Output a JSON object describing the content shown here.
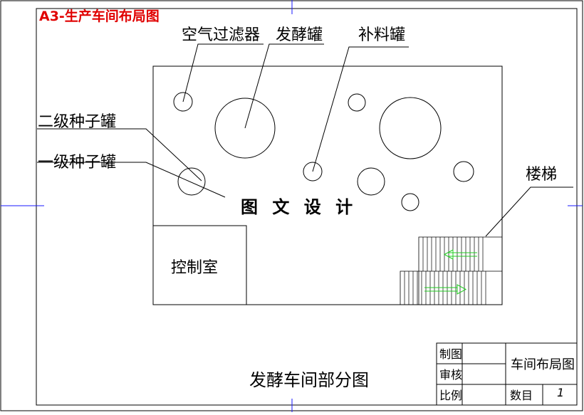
{
  "header": {
    "title": "A3-生产车间布局图"
  },
  "labels": {
    "air_filter": "空气过滤器",
    "fermenter": "发酵罐",
    "feed_tank": "补料罐",
    "secondary_seed_tank": "二级种子罐",
    "primary_seed_tank": "一级种子罐",
    "stairs": "楼梯",
    "control_room": "控制室",
    "center_text": "图 文 设 计"
  },
  "drawing_title": "发酵车间部分图",
  "title_block": {
    "drawn_by": "制图",
    "reviewed_by": "审核",
    "scale": "比例",
    "drawing_name": "车间布局图",
    "quantity_label": "数目",
    "quantity_value": "1"
  },
  "colors": {
    "header": "#e00000",
    "border_marks": "#1a1aff",
    "arrows": "#22cc22"
  }
}
